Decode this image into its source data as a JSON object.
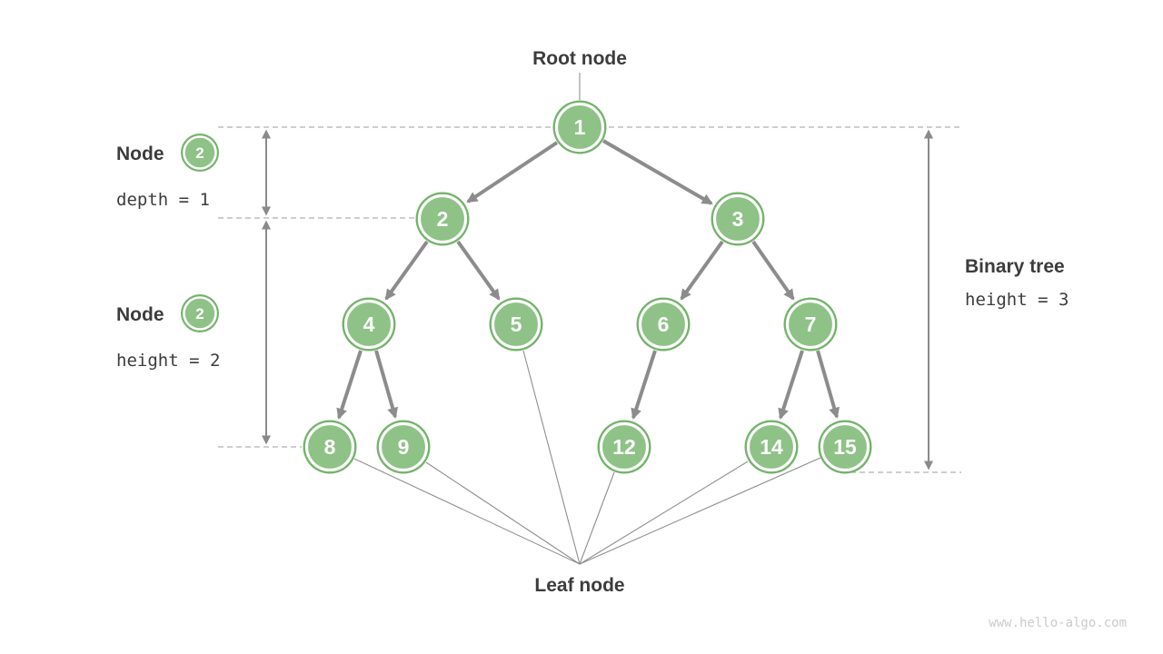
{
  "colors": {
    "node_fill": "#8ec287",
    "node_ring": "#74b36b",
    "edge": "#8c8c8c",
    "measure": "#8a8a8a",
    "thin_line": "#8f8f8f",
    "dashed": "#b0b0b0",
    "text_dark": "#3c3c3c",
    "watermark": "#cbcbcb"
  },
  "annotations": {
    "root_label": "Root node",
    "leaf_label": "Leaf node",
    "left_depth": {
      "title": "Node",
      "badge": "2",
      "detail": "depth = 1"
    },
    "left_height": {
      "title": "Node",
      "badge": "2",
      "detail": "height = 2"
    },
    "right": {
      "title": "Binary tree",
      "detail": "height = 3"
    },
    "watermark": "www.hello-algo.com"
  },
  "tree": {
    "nodes": [
      {
        "value": "1"
      },
      {
        "value": "2"
      },
      {
        "value": "3"
      },
      {
        "value": "4"
      },
      {
        "value": "5"
      },
      {
        "value": "6"
      },
      {
        "value": "7"
      },
      {
        "value": "8"
      },
      {
        "value": "9"
      },
      {
        "value": "12"
      },
      {
        "value": "14"
      },
      {
        "value": "15"
      }
    ],
    "edges": [
      [
        "1",
        "2"
      ],
      [
        "1",
        "3"
      ],
      [
        "2",
        "4"
      ],
      [
        "2",
        "5"
      ],
      [
        "3",
        "6"
      ],
      [
        "3",
        "7"
      ],
      [
        "4",
        "8"
      ],
      [
        "4",
        "9"
      ],
      [
        "6",
        "12"
      ],
      [
        "7",
        "14"
      ],
      [
        "7",
        "15"
      ]
    ],
    "leaf_values": [
      "5",
      "8",
      "9",
      "12",
      "14",
      "15"
    ],
    "levels": [
      {
        "depth": 0,
        "values": [
          "1"
        ]
      },
      {
        "depth": 1,
        "values": [
          "2",
          "3"
        ]
      },
      {
        "depth": 2,
        "values": [
          "4",
          "5",
          "6",
          "7"
        ]
      },
      {
        "depth": 3,
        "values": [
          "8",
          "9",
          "12",
          "14",
          "15"
        ]
      }
    ]
  }
}
